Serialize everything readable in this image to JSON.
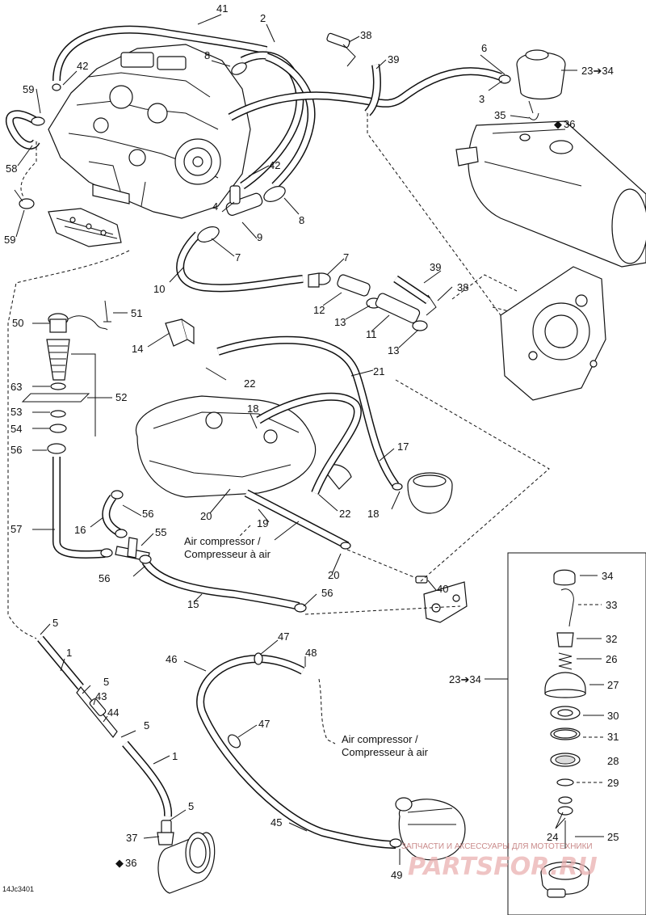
{
  "labels": {
    "l1a": "1",
    "l1b": "1",
    "l2": "2",
    "l3": "3",
    "l4": "4",
    "l5a": "5",
    "l5b": "5",
    "l5c": "5",
    "l5d": "5",
    "l6": "6",
    "l7a": "7",
    "l7b": "7",
    "l8a": "8",
    "l8b": "8",
    "l9": "9",
    "l10": "10",
    "l11": "11",
    "l12": "12",
    "l13a": "13",
    "l13b": "13",
    "l14": "14",
    "l15": "15",
    "l16": "16",
    "l17": "17",
    "l18a": "18",
    "l18b": "18",
    "l19": "19",
    "l20a": "20",
    "l20b": "20",
    "l21": "21",
    "l22a": "22",
    "l22b": "22",
    "l23a": "23➔34",
    "l23b": "23➔34",
    "l24": "24",
    "l25": "25",
    "l26": "26",
    "l27": "27",
    "l28": "28",
    "l29": "29",
    "l30": "30",
    "l31": "31",
    "l32": "32",
    "l33": "33",
    "l34": "34",
    "l35": "35",
    "l36a": "36",
    "l36b": "36",
    "l37": "37",
    "l38a": "38",
    "l38b": "38",
    "l39a": "39",
    "l39b": "39",
    "l40": "40",
    "l41": "41",
    "l42a": "42",
    "l42b": "42",
    "l43": "43",
    "l44": "44",
    "l45": "45",
    "l46": "46",
    "l47a": "47",
    "l47b": "47",
    "l48": "48",
    "l49": "49",
    "l50": "50",
    "l51": "51",
    "l52": "52",
    "l53": "53",
    "l54": "54",
    "l55": "55",
    "l56a": "56",
    "l56b": "56",
    "l56c": "56",
    "l56d": "56",
    "l57": "57",
    "l58": "58",
    "l59a": "59",
    "l59b": "59",
    "l63": "63"
  },
  "notes": {
    "air_compressor_1_en": "Air compressor /",
    "air_compressor_1_fr": "Compresseur à air",
    "air_compressor_2_en": "Air compressor /",
    "air_compressor_2_fr": "Compresseur à air",
    "drop_symbol": "◆"
  },
  "figure_code": "14Jc3401",
  "watermark": {
    "tagline": "ЗАПЧАСТИ И АКСЕССУАРЫ ДЛЯ МОТОТЕХНИКИ",
    "brand": "PARTSFOR.RU"
  },
  "colors": {
    "line": "#111111",
    "watermark": "#e9b0b0",
    "background": "#ffffff"
  }
}
